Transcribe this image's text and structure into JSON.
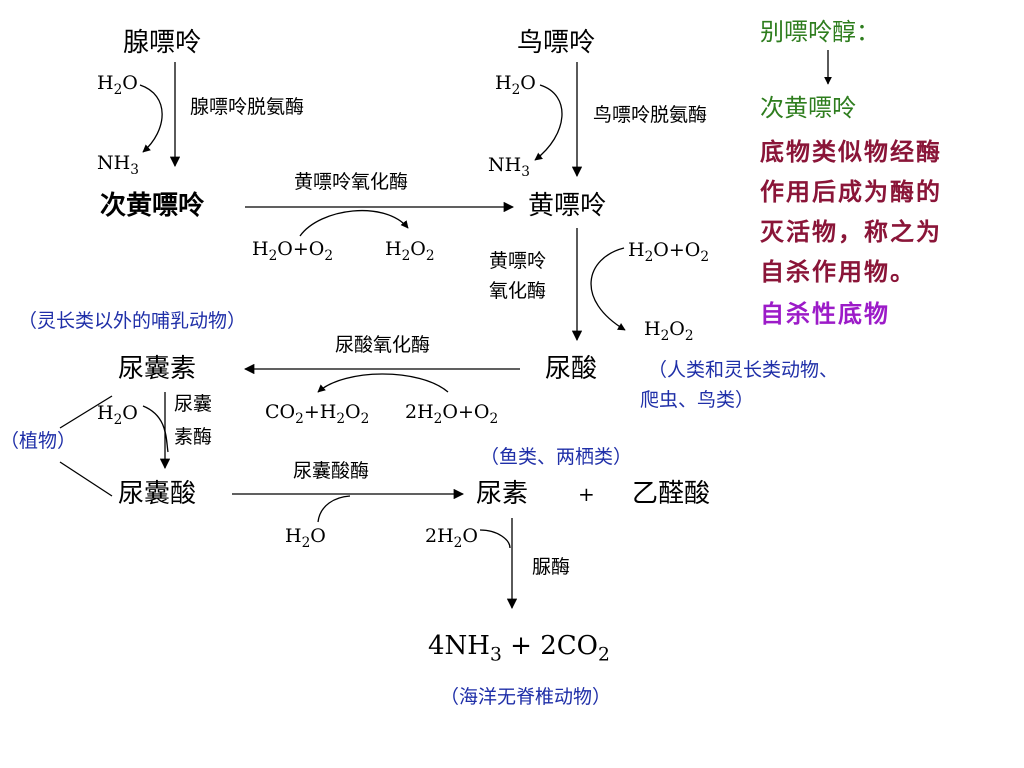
{
  "compounds": {
    "adenine": "腺嘌呤",
    "guanine": "鸟嘌呤",
    "hypoxanthine": "次黄嘌呤",
    "xanthine": "黄嘌呤",
    "allantoin": "尿囊素",
    "uric_acid": "尿酸",
    "allantoic_acid": "尿囊酸",
    "urea": "尿素",
    "plus": "+",
    "glyoxylic_acid": "乙醛酸",
    "final_products": {
      "a": "4NH",
      "a_sub": "3",
      "op": " + 2CO",
      "b_sub": "2"
    }
  },
  "enzymes": {
    "adenine_deaminase": "腺嘌呤脱氨酶",
    "guanine_deaminase": "鸟嘌呤脱氨酶",
    "xanthine_oxidase_1": "黄嘌呤氧化酶",
    "xanthine_oxidase_2a": "黄嘌呤",
    "xanthine_oxidase_2b": "氧化酶",
    "urate_oxidase": "尿酸氧化酶",
    "allantoinase_a": "尿囊",
    "allantoinase_b": "素酶",
    "allantoicase": "尿囊酸酶",
    "urease": "脲酶"
  },
  "cofactors": {
    "h2o": {
      "pre": "H",
      "sub": "2",
      "post": "O"
    },
    "nh3": {
      "pre": "NH",
      "sub": "3",
      "post": ""
    },
    "h2o_o2": {
      "p1": "H",
      "s1": "2",
      "p2": "O+O",
      "s2": "2"
    },
    "h2o2": {
      "p1": "H",
      "s1": "2",
      "p2": "O",
      "s2": "2"
    },
    "co2_h2o2": {
      "p1": "CO",
      "s1": "2",
      "p2": "+H",
      "s2": "2",
      "p3": "O",
      "s3": "2"
    },
    "two_h2o_o2": {
      "p1": "2H",
      "s1": "2",
      "p2": "O+O",
      "s2": "2"
    },
    "two_h2o": {
      "pre": "2H",
      "sub": "2",
      "post": "O"
    }
  },
  "organisms": {
    "mammals": "（灵长类以外的哺乳动物）",
    "humans_line1": "（人类和灵长类动物、",
    "humans_line2": "爬虫、鸟类）",
    "plants": "（植物）",
    "fish": "（鱼类、两栖类）",
    "marine": "（海洋无脊椎动物）"
  },
  "side_note": {
    "allopurinol": "别嘌呤醇：",
    "hypoxanthine": "次黄嘌呤",
    "lines": [
      "底物类似物经酶",
      "作用后成为酶的",
      "灭活物，称之为",
      "自杀作用物。"
    ],
    "suicide_substrate": "自杀性底物"
  },
  "colors": {
    "organism_text": "#1f2fa8",
    "green": "#2e7d1e",
    "maroon": "#8a1538",
    "purple": "#9c1bc8"
  }
}
